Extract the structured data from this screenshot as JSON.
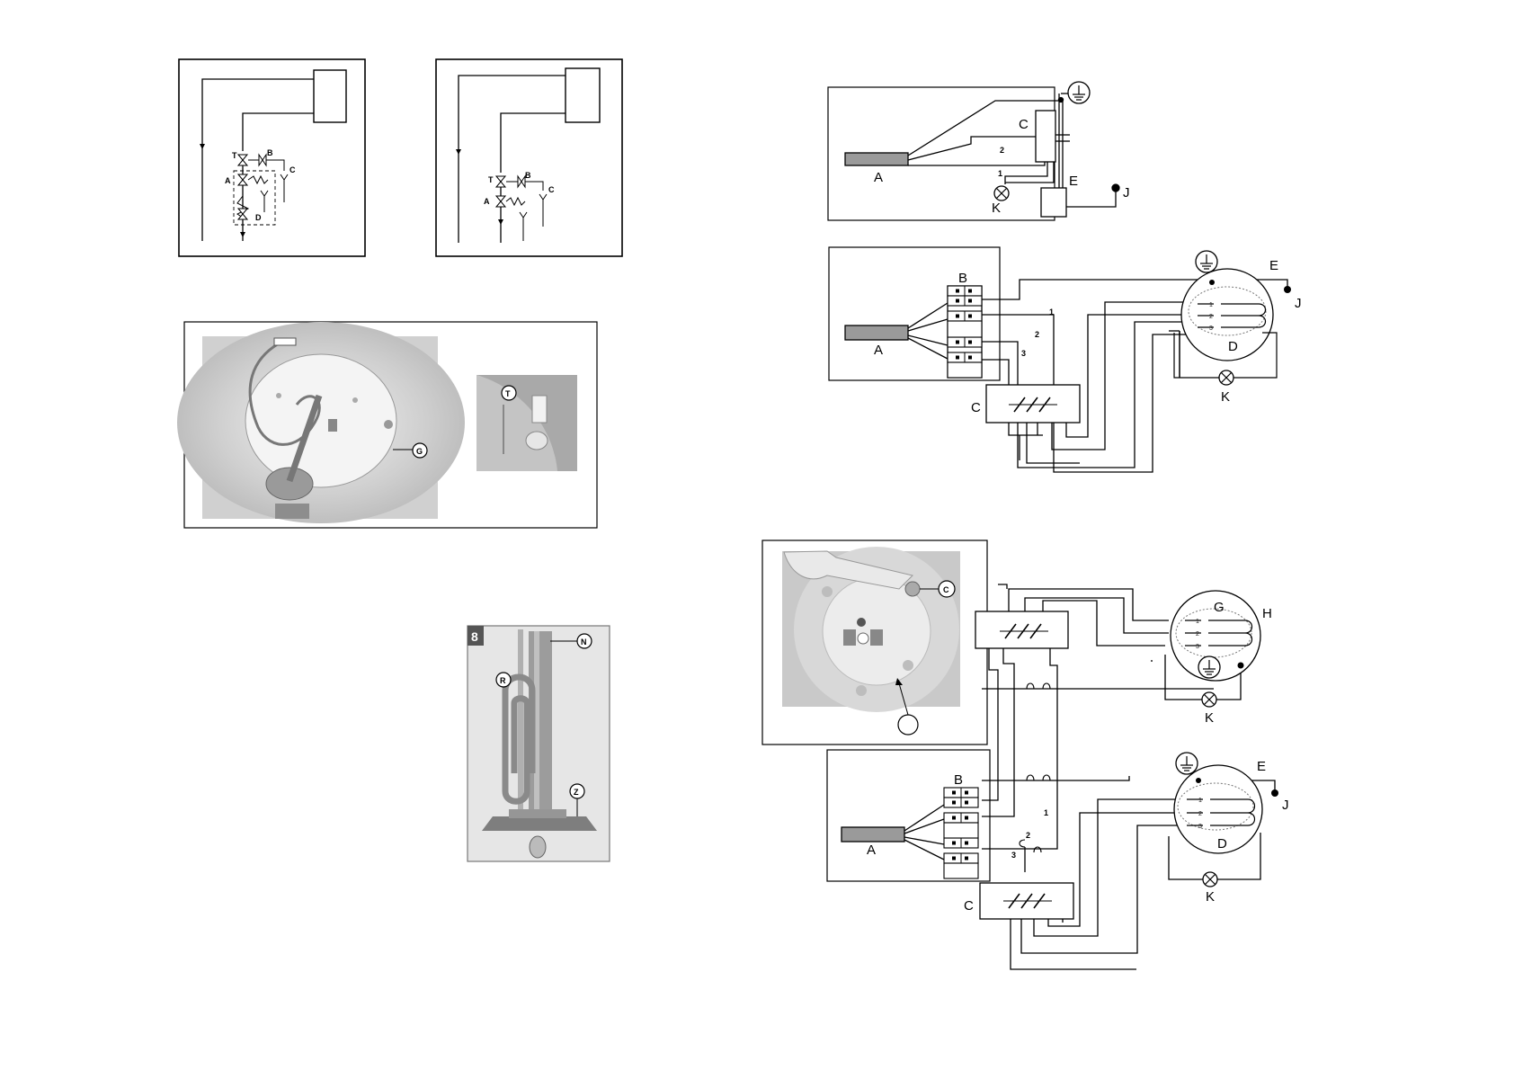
{
  "plumbing": {
    "left": {
      "T": "T",
      "B": "B",
      "C": "C",
      "A": "A",
      "D": "D"
    },
    "right": {
      "T": "T",
      "B": "B",
      "C": "C",
      "A": "A"
    }
  },
  "photo1": {
    "G": "G",
    "T": "T"
  },
  "photo8": {
    "badge": "8",
    "N": "N",
    "R": "R",
    "Z": "Z"
  },
  "photo_c": {
    "C": "C"
  },
  "wiring1": {
    "A": "A",
    "C": "C",
    "E": "E",
    "J": "J",
    "K": "K",
    "n1": "1",
    "n2": "2"
  },
  "wiring2": {
    "A": "A",
    "B": "B",
    "C": "C",
    "D": "D",
    "E": "E",
    "J": "J",
    "K": "K",
    "n1": "1",
    "n2": "2",
    "n3": "3"
  },
  "wiring3": {
    "A": "A",
    "B": "B",
    "C": "C",
    "D": "D",
    "E": "E",
    "G": "G",
    "H": "H",
    "J": "J",
    "K1": "K",
    "K2": "K",
    "n1": "1",
    "n2": "2",
    "n3": "3"
  }
}
